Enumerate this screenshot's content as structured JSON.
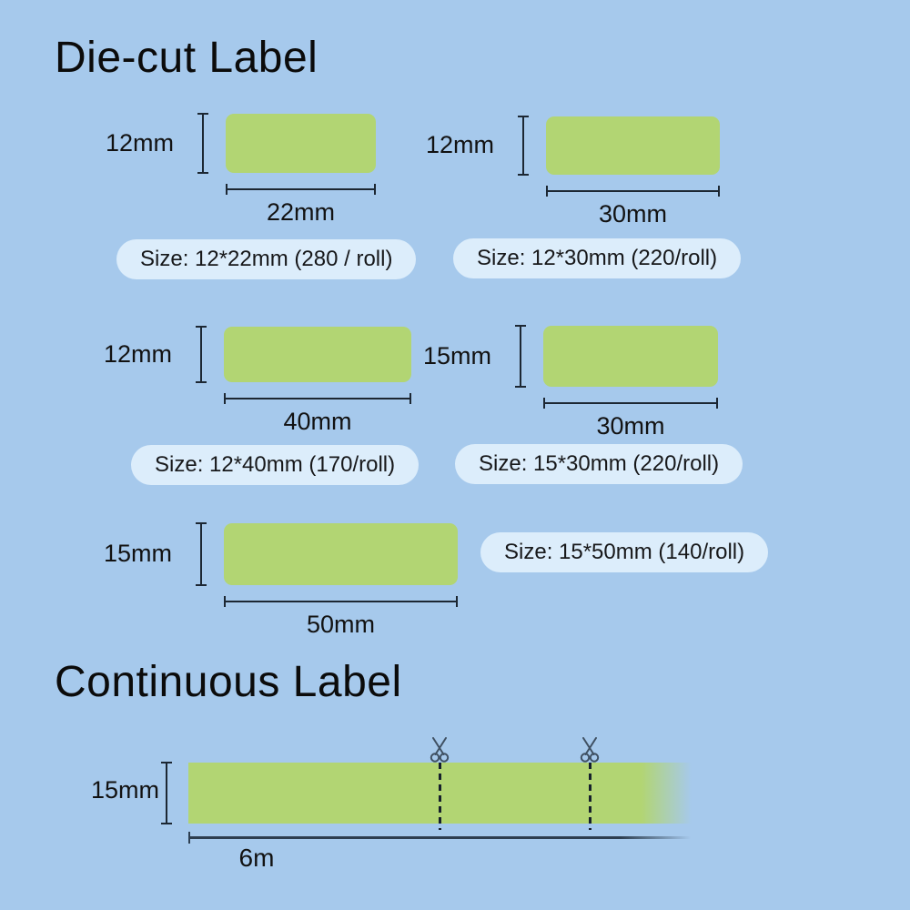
{
  "diecut": {
    "title": "Die-cut Label",
    "items": [
      {
        "height": "12mm",
        "width": "22mm"
      },
      {
        "height": "12mm",
        "width": "30mm"
      },
      {
        "height": "12mm",
        "width": "40mm"
      },
      {
        "height": "15mm",
        "width": "30mm"
      },
      {
        "height": "15mm",
        "width": "50mm"
      }
    ],
    "pills": [
      "Size: 12*22mm (280 / roll)",
      "Size: 12*30mm (220/roll)",
      "Size: 12*40mm (170/roll)",
      "Size: 15*30mm (220/roll)",
      "Size: 15*50mm (140/roll)"
    ]
  },
  "continuous": {
    "title": "Continuous Label",
    "height": "15mm",
    "length": "6m",
    "cut_marks": 2,
    "scissors_icon": "scissors-icon"
  },
  "colors": {
    "background": "#a6c9ec",
    "label_green": "#b2d573",
    "pill_background": "#dcedfb",
    "text": "#121212",
    "dimension_line": "#1c2733",
    "length_line": "#2d3e50"
  }
}
